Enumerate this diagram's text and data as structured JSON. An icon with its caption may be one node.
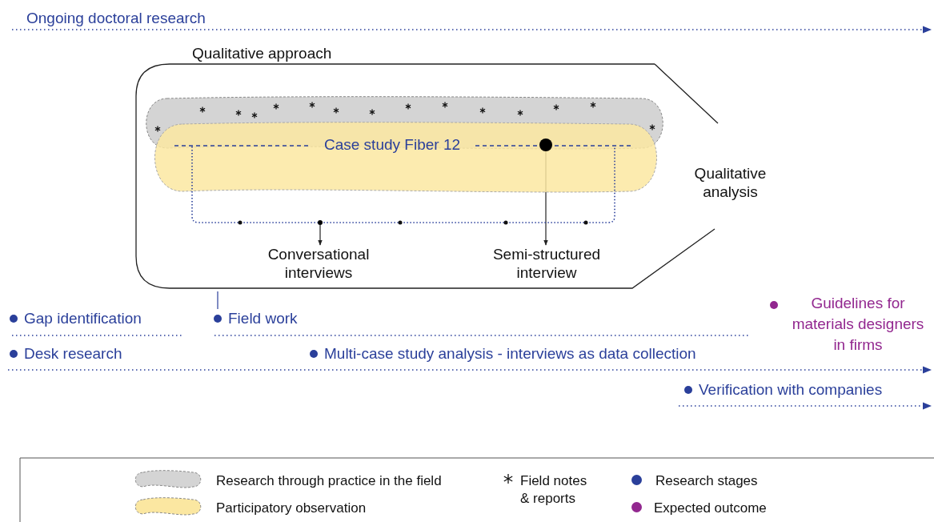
{
  "diagram": {
    "nodes": [
      {
        "text": [
          "Qualitative approach"
        ]
      },
      {
        "text": [
          "Case study Fiber 12"
        ],
        "in": 0
      },
      {
        "text": [],
        "shape": "circle",
        "in": 0
      },
      {
        "text": [
          "Conversational interviews"
        ],
        "in": 0
      },
      {
        "text": [
          "Semi-structured interview"
        ],
        "in": 0
      },
      {
        "text": [
          "Qualitative analysis"
        ]
      },
      {
        "text": [
          "Ongoing doctoral research"
        ]
      },
      {
        "text": [
          "Gap identification"
        ]
      },
      {
        "text": [
          "Desk research"
        ]
      },
      {
        "text": [
          "Field work"
        ]
      },
      {
        "text": [
          "Multi-case study analysis - interviews as data collection"
        ]
      },
      {
        "text": [
          "Guidelines for materials designers in firms"
        ]
      },
      {
        "text": [
          "Verification with companies"
        ]
      },
      {
        "text": [],
        "shape": "circle",
        "in": 0
      }
    ],
    "edges": [
      {
        "from": 13,
        "to": 3,
        "arrow": "to"
      },
      {
        "from": 2,
        "to": 4,
        "arrow": "to"
      },
      {
        "from": 9,
        "to": 0,
        "arrow": "none",
        "color": "#2a3f9a"
      }
    ],
    "legend": [
      {
        "text": "Research through practice in the field",
        "color": "#d4d4d4"
      },
      {
        "text": "Participatory observation",
        "color": "#fbe7a1"
      },
      {
        "text": "Field notes & reports"
      },
      {
        "text": "Research stages",
        "color": "#2a3f9a"
      },
      {
        "text": "Expected outcome",
        "color": "#92278f"
      }
    ]
  }
}
